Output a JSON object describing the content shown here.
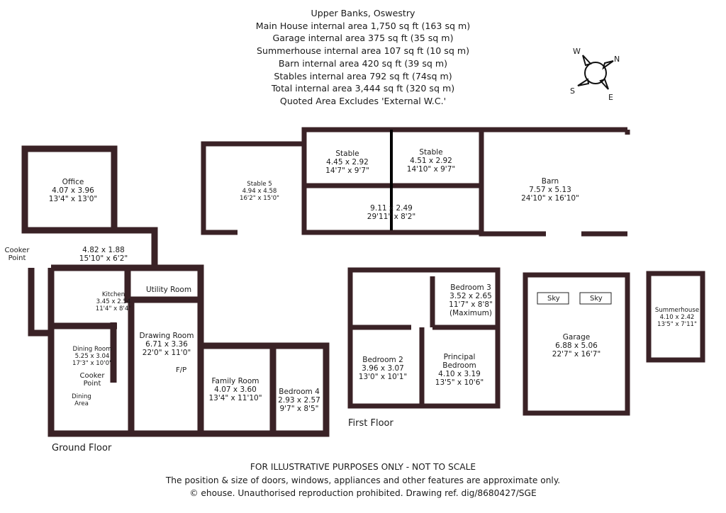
{
  "header": {
    "title": "Upper Banks, Oswestry",
    "lines": [
      "Main House internal area 1,750 sq ft (163 sq m)",
      "Garage internal area 375 sq ft (35 sq m)",
      "Summerhouse internal area 107 sq ft (10 sq m)",
      "Barn internal area 420 sq ft (39 sq m)",
      "Stables internal area 792 sq ft (74sq m)",
      "Total internal area 3,444 sq ft (320 sq m)",
      "Quoted Area Excludes 'External W.C.'"
    ]
  },
  "compass": {
    "n": "N",
    "e": "E",
    "s": "S",
    "w": "W"
  },
  "rooms": {
    "office": {
      "name": "Office",
      "metric": "4.07 x 3.96",
      "imperial": "13'4\" x 13'0\""
    },
    "hall": {
      "name": "",
      "metric": "4.82 x 1.88",
      "imperial": "15'10\" x 6'2\""
    },
    "kitchen": {
      "name": "Kitchen",
      "metric": "3.45 x 2.54",
      "imperial": "11'4\" x 8'4\""
    },
    "utility": {
      "name": "Utility Room"
    },
    "drawing": {
      "name": "Drawing Room",
      "metric": "6.71 x 3.36",
      "imperial": "22'0\" x 11'0\""
    },
    "dining": {
      "name": "Dining Room",
      "metric": "5.25 x 3.04",
      "imperial": "17'3\" x 10'0\""
    },
    "dining_area": {
      "name": "Dining Area"
    },
    "family": {
      "name": "Family Room",
      "metric": "4.07 x 3.60",
      "imperial": "13'4\" x 11'10\""
    },
    "bed4": {
      "name": "Bedroom 4",
      "metric": "2.93 x 2.57",
      "imperial": "9'7\" x 8'5\""
    },
    "stable5": {
      "name": "Stable 5",
      "metric": "4.94 x 4.58",
      "imperial": "16'2\" x 15'0\""
    },
    "stable_a": {
      "name": "Stable",
      "metric": "4.45 x 2.92",
      "imperial": "14'7\" x 9'7\""
    },
    "stable_b": {
      "name": "Stable",
      "metric": "4.51 x 2.92",
      "imperial": "14'10\" x 9'7\""
    },
    "stable_corr": {
      "metric": "9.11 x 2.49",
      "imperial": "29'11\" x 8'2\""
    },
    "barn": {
      "name": "Barn",
      "metric": "7.57 x 5.13",
      "imperial": "24'10\" x 16'10\""
    },
    "bed3": {
      "name": "Bedroom 3",
      "metric": "3.52 x 2.65",
      "imperial": "11'7\" x 8'8\"",
      "note": "(Maximum)"
    },
    "bed2": {
      "name": "Bedroom 2",
      "metric": "3.96 x 3.07",
      "imperial": "13'0\" x 10'1\""
    },
    "principal": {
      "name": "Principal Bedroom",
      "metric": "4.10 x 3.19",
      "imperial": "13'5\" x 10'6\""
    },
    "garage": {
      "name": "Garage",
      "metric": "6.88 x 5.06",
      "imperial": "22'7\" x 16'7\""
    },
    "summer": {
      "name": "Summerhouse",
      "metric": "4.10 x 2.42",
      "imperial": "13'5\" x 7'11\""
    }
  },
  "notes": {
    "cooker1": "Cooker Point",
    "cooker2": "Cooker Point",
    "fp": "F/P",
    "sky1": "Sky",
    "sky2": "Sky"
  },
  "floors": {
    "ground": "Ground Floor",
    "first": "First Floor"
  },
  "footer": [
    "FOR ILLUSTRATIVE PURPOSES ONLY - NOT TO SCALE",
    "The position & size of doors, windows, appliances and other features are approximate only.",
    "© ehouse. Unauthorised reproduction prohibited. Drawing ref. dig/8680427/SGE"
  ],
  "colors": {
    "wall": "#3a2226"
  }
}
